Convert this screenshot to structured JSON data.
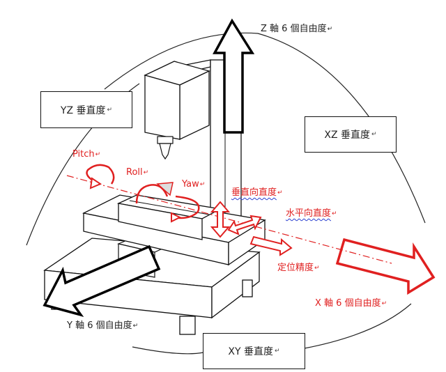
{
  "labels": {
    "z_axis": "Z 軸 6 個自由度",
    "x_axis": "X 軸 6 個自由度",
    "y_axis": "Y 軸  6 個自由度",
    "pitch": "Pitch",
    "roll": "Roll",
    "yaw": "Yaw",
    "vertical_straightness": "垂直向直度",
    "horizontal_straightness": "水平向直度",
    "positioning_accuracy": "定位精度"
  },
  "boxes": {
    "yz": "YZ 垂直度",
    "xz": "XZ 垂直度",
    "xy": "XY 垂直度"
  },
  "return_mark": "↵",
  "colors": {
    "accent_red": "#e02020",
    "ink": "#111111"
  }
}
